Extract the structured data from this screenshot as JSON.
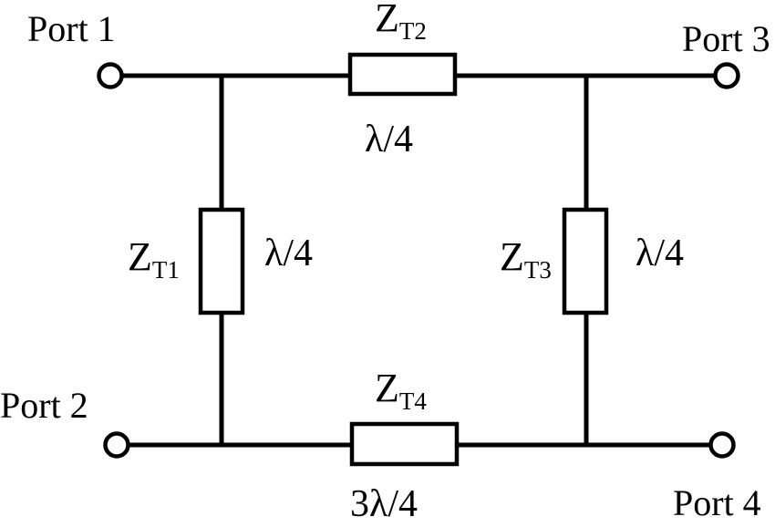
{
  "ports": {
    "p1": "Port 1",
    "p2": "Port  2",
    "p3": "Port 3",
    "p4": "Port 4"
  },
  "impedances": {
    "z1": {
      "symbol": "Z",
      "subscript": "T1",
      "length": "λ/4"
    },
    "z2": {
      "symbol": "Z",
      "subscript": "T2",
      "length": "λ/4"
    },
    "z3": {
      "symbol": "Z",
      "subscript": "T3",
      "length": "λ/4"
    },
    "z4": {
      "symbol": "Z",
      "subscript": "T4",
      "length": "3λ/4"
    }
  },
  "colors": {
    "ink": "#000000",
    "background": "#ffffff"
  }
}
